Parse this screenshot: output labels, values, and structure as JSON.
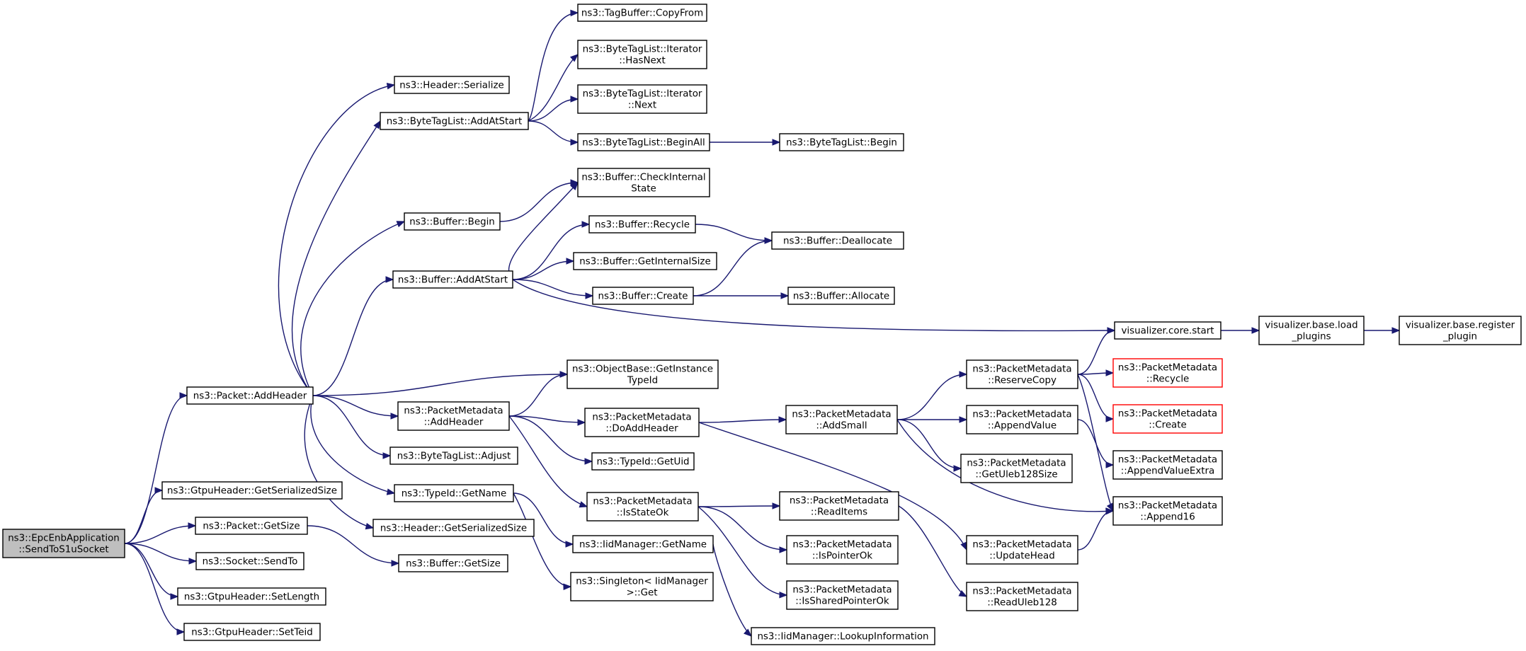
{
  "diagram": {
    "nodes": [
      {
        "id": "root",
        "lines": [
          "ns3::EpcEnbApplication",
          "::SendToS1uSocket"
        ],
        "root": true
      },
      {
        "id": "addheader",
        "lines": [
          "ns3::Packet::AddHeader"
        ]
      },
      {
        "id": "gtpu_getser",
        "lines": [
          "ns3::GtpuHeader::GetSerializedSize"
        ]
      },
      {
        "id": "pkt_getsize",
        "lines": [
          "ns3::Packet::GetSize"
        ]
      },
      {
        "id": "sock_sendto",
        "lines": [
          "ns3::Socket::SendTo"
        ]
      },
      {
        "id": "gtpu_setlen",
        "lines": [
          "ns3::GtpuHeader::SetLength"
        ]
      },
      {
        "id": "gtpu_setteid",
        "lines": [
          "ns3::GtpuHeader::SetTeid"
        ]
      },
      {
        "id": "hdr_serialize",
        "lines": [
          "ns3::Header::Serialize"
        ]
      },
      {
        "id": "btl_addatstart",
        "lines": [
          "ns3::ByteTagList::AddAtStart"
        ]
      },
      {
        "id": "buf_begin",
        "lines": [
          "ns3::Buffer::Begin"
        ]
      },
      {
        "id": "buf_addatstart",
        "lines": [
          "ns3::Buffer::AddAtStart"
        ]
      },
      {
        "id": "pm_addheader",
        "lines": [
          "ns3::PacketMetadata",
          "::AddHeader"
        ]
      },
      {
        "id": "btl_adjust",
        "lines": [
          "ns3::ByteTagList::Adjust"
        ]
      },
      {
        "id": "tid_getname",
        "lines": [
          "ns3::TypeId::GetName"
        ]
      },
      {
        "id": "hdr_getser",
        "lines": [
          "ns3::Header::GetSerializedSize"
        ]
      },
      {
        "id": "buf_getsize",
        "lines": [
          "ns3::Buffer::GetSize"
        ]
      },
      {
        "id": "tb_copyfrom",
        "lines": [
          "ns3::TagBuffer::CopyFrom"
        ]
      },
      {
        "id": "btli_hasnext",
        "lines": [
          "ns3::ByteTagList::Iterator",
          "::HasNext"
        ]
      },
      {
        "id": "btli_next",
        "lines": [
          "ns3::ByteTagList::Iterator",
          "::Next"
        ]
      },
      {
        "id": "btl_beginall",
        "lines": [
          "ns3::ByteTagList::BeginAll"
        ]
      },
      {
        "id": "btl_begin",
        "lines": [
          "ns3::ByteTagList::Begin"
        ]
      },
      {
        "id": "buf_checkinternal",
        "lines": [
          "ns3::Buffer::CheckInternal",
          "State"
        ]
      },
      {
        "id": "buf_recycle",
        "lines": [
          "ns3::Buffer::Recycle"
        ]
      },
      {
        "id": "buf_getinternalsize",
        "lines": [
          "ns3::Buffer::GetInternalSize"
        ]
      },
      {
        "id": "buf_create",
        "lines": [
          "ns3::Buffer::Create"
        ]
      },
      {
        "id": "buf_deallocate",
        "lines": [
          "ns3::Buffer::Deallocate"
        ]
      },
      {
        "id": "buf_allocate",
        "lines": [
          "ns3::Buffer::Allocate"
        ]
      },
      {
        "id": "viz_core_start",
        "lines": [
          "visualizer.core.start"
        ]
      },
      {
        "id": "viz_base_load",
        "lines": [
          "visualizer.base.load",
          "_plugins"
        ]
      },
      {
        "id": "viz_base_register",
        "lines": [
          "visualizer.base.register",
          "_plugin"
        ]
      },
      {
        "id": "ob_getinstance",
        "lines": [
          "ns3::ObjectBase::GetInstance",
          "TypeId"
        ]
      },
      {
        "id": "pm_doaddheader",
        "lines": [
          "ns3::PacketMetadata",
          "::DoAddHeader"
        ]
      },
      {
        "id": "tid_getuid",
        "lines": [
          "ns3::TypeId::GetUid"
        ]
      },
      {
        "id": "pm_isstateok",
        "lines": [
          "ns3::PacketMetadata",
          "::IsStateOk"
        ]
      },
      {
        "id": "iid_getname",
        "lines": [
          "ns3::IidManager::GetName"
        ]
      },
      {
        "id": "singleton_get",
        "lines": [
          "ns3::Singleton< IidManager",
          " >::Get"
        ]
      },
      {
        "id": "iid_lookup",
        "lines": [
          "ns3::IidManager::LookupInformation"
        ]
      },
      {
        "id": "pm_addsmall",
        "lines": [
          "ns3::PacketMetadata",
          "::AddSmall"
        ]
      },
      {
        "id": "pm_readitems",
        "lines": [
          "ns3::PacketMetadata",
          "::ReadItems"
        ]
      },
      {
        "id": "pm_ispointerok",
        "lines": [
          "ns3::PacketMetadata",
          "::IsPointerOk"
        ]
      },
      {
        "id": "pm_issharedpointerok",
        "lines": [
          "ns3::PacketMetadata",
          "::IsSharedPointerOk"
        ]
      },
      {
        "id": "pm_reservecopy",
        "lines": [
          "ns3::PacketMetadata",
          "::ReserveCopy"
        ]
      },
      {
        "id": "pm_appendvalue",
        "lines": [
          "ns3::PacketMetadata",
          "::AppendValue"
        ]
      },
      {
        "id": "pm_getuleb",
        "lines": [
          "ns3::PacketMetadata",
          "::GetUleb128Size"
        ]
      },
      {
        "id": "pm_updatehead",
        "lines": [
          "ns3::PacketMetadata",
          "::UpdateHead"
        ]
      },
      {
        "id": "pm_readuleb",
        "lines": [
          "ns3::PacketMetadata",
          "::ReadUleb128"
        ]
      },
      {
        "id": "pm_recycle",
        "lines": [
          "ns3::PacketMetadata",
          "::Recycle"
        ],
        "truncated": true
      },
      {
        "id": "pm_create",
        "lines": [
          "ns3::PacketMetadata",
          "::Create"
        ],
        "truncated": true
      },
      {
        "id": "pm_appendvalueextra",
        "lines": [
          "ns3::PacketMetadata",
          "::AppendValueExtra"
        ]
      },
      {
        "id": "pm_append16",
        "lines": [
          "ns3::PacketMetadata",
          "::Append16"
        ]
      }
    ],
    "edges": [
      [
        "root",
        "addheader"
      ],
      [
        "root",
        "gtpu_getser"
      ],
      [
        "root",
        "pkt_getsize"
      ],
      [
        "root",
        "sock_sendto"
      ],
      [
        "root",
        "gtpu_setlen"
      ],
      [
        "root",
        "gtpu_setteid"
      ],
      [
        "addheader",
        "hdr_serialize"
      ],
      [
        "addheader",
        "btl_addatstart"
      ],
      [
        "addheader",
        "buf_begin"
      ],
      [
        "addheader",
        "buf_addatstart"
      ],
      [
        "addheader",
        "ob_getinstance"
      ],
      [
        "addheader",
        "pm_addheader"
      ],
      [
        "addheader",
        "btl_adjust"
      ],
      [
        "addheader",
        "tid_getname"
      ],
      [
        "addheader",
        "hdr_getser"
      ],
      [
        "pkt_getsize",
        "buf_getsize"
      ],
      [
        "btl_addatstart",
        "tb_copyfrom"
      ],
      [
        "btl_addatstart",
        "btli_hasnext"
      ],
      [
        "btl_addatstart",
        "btli_next"
      ],
      [
        "btl_addatstart",
        "btl_beginall"
      ],
      [
        "btl_beginall",
        "btl_begin"
      ],
      [
        "buf_begin",
        "buf_checkinternal"
      ],
      [
        "buf_addatstart",
        "buf_checkinternal"
      ],
      [
        "buf_addatstart",
        "buf_recycle"
      ],
      [
        "buf_addatstart",
        "buf_getinternalsize"
      ],
      [
        "buf_addatstart",
        "buf_create"
      ],
      [
        "buf_addatstart",
        "viz_core_start"
      ],
      [
        "buf_recycle",
        "buf_deallocate"
      ],
      [
        "buf_create",
        "buf_deallocate"
      ],
      [
        "buf_create",
        "buf_allocate"
      ],
      [
        "viz_core_start",
        "viz_base_load"
      ],
      [
        "viz_base_load",
        "viz_base_register"
      ],
      [
        "pm_addheader",
        "ob_getinstance"
      ],
      [
        "pm_addheader",
        "pm_doaddheader"
      ],
      [
        "pm_addheader",
        "tid_getuid"
      ],
      [
        "pm_addheader",
        "pm_isstateok"
      ],
      [
        "tid_getname",
        "iid_getname"
      ],
      [
        "tid_getname",
        "singleton_get"
      ],
      [
        "iid_getname",
        "iid_lookup"
      ],
      [
        "pm_doaddheader",
        "pm_addsmall"
      ],
      [
        "pm_doaddheader",
        "pm_updatehead"
      ],
      [
        "pm_isstateok",
        "pm_readitems"
      ],
      [
        "pm_isstateok",
        "pm_ispointerok"
      ],
      [
        "pm_isstateok",
        "pm_issharedpointerok"
      ],
      [
        "pm_readitems",
        "pm_readuleb"
      ],
      [
        "pm_addsmall",
        "pm_reservecopy"
      ],
      [
        "pm_addsmall",
        "pm_appendvalue"
      ],
      [
        "pm_addsmall",
        "pm_getuleb"
      ],
      [
        "pm_addsmall",
        "pm_append16"
      ],
      [
        "pm_reservecopy",
        "viz_core_start"
      ],
      [
        "pm_reservecopy",
        "pm_recycle"
      ],
      [
        "pm_reservecopy",
        "pm_create"
      ],
      [
        "pm_reservecopy",
        "pm_append16"
      ],
      [
        "pm_appendvalue",
        "pm_appendvalueextra"
      ],
      [
        "pm_updatehead",
        "pm_append16"
      ]
    ]
  }
}
